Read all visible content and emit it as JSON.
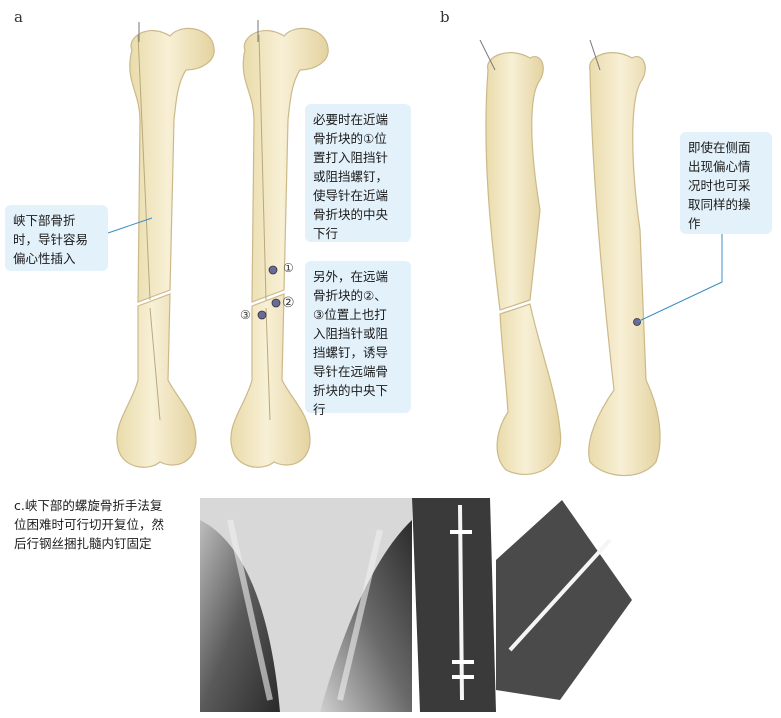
{
  "panels": {
    "a": {
      "letter": "a"
    },
    "b": {
      "letter": "b"
    },
    "c": {
      "caption": "c.峡下部的螺旋骨折手法复\n位困难时可行切开复位，然\n后行钢丝捆扎髓内钉固定"
    }
  },
  "callouts": {
    "eccentric": "峡下部骨折\n时，导针容易\n偏心性插入",
    "proximal": "必要时在近端\n骨折块的①位\n置打入阻挡针\n或阻挡螺钉，\n使导针在近端\n骨折块的中央\n下行",
    "distal": "另外，在远端\n骨折块的②、\n③位置上也打\n入阻挡针或阻\n挡螺钉，诱导\n导针在远端骨\n折块的中央下\n行",
    "lateral": "即使在侧面\n出现偏心情\n况时也可采\n取同样的操\n作"
  },
  "markers": {
    "m1": "①",
    "m2": "②",
    "m3": "③"
  },
  "colors": {
    "bone": "#f3e8c4",
    "bone_edge": "#cbb98a",
    "callout_bg": "#e3f1fa",
    "leader": "#3b8fc4"
  }
}
